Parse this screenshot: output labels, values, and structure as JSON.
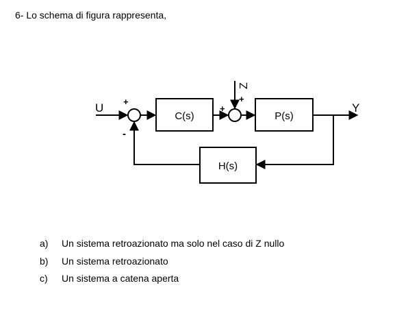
{
  "question": {
    "text": "6- Lo schema di figura rappresenta,"
  },
  "diagram": {
    "blocks": {
      "controller": "C(s)",
      "plant": "P(s)",
      "feedback": "H(s)"
    },
    "signals": {
      "input": "U",
      "disturbance": "Z",
      "output": "Y"
    },
    "signs": {
      "sum1_input": "+",
      "sum1_feedback": "-",
      "sum2_controller": "+",
      "sum2_disturbance": "+"
    }
  },
  "answers": [
    {
      "letter": "a)",
      "text": "Un sistema retroazionato ma solo nel caso di Z nullo"
    },
    {
      "letter": "b)",
      "text": "Un sistema retroazionato"
    },
    {
      "letter": "c)",
      "text": "Un sistema a catena aperta"
    }
  ]
}
